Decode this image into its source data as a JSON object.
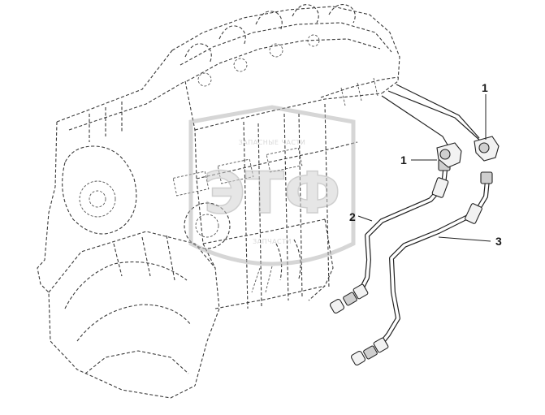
{
  "diagram": {
    "callouts": [
      {
        "id": "callout-1-right",
        "label": "1"
      },
      {
        "id": "callout-1-left",
        "label": "1"
      },
      {
        "id": "callout-2",
        "label": "2"
      },
      {
        "id": "callout-3",
        "label": "3"
      }
    ],
    "watermark": {
      "logo_text": "ЭТФ",
      "top_caption": "ЗАПАСНЫЕ ЧАСТИ",
      "bottom_caption": "ЗАПЧАСТИ",
      "color": "#c8c8c8"
    },
    "colors": {
      "line": "#222222",
      "background": "#ffffff"
    }
  }
}
